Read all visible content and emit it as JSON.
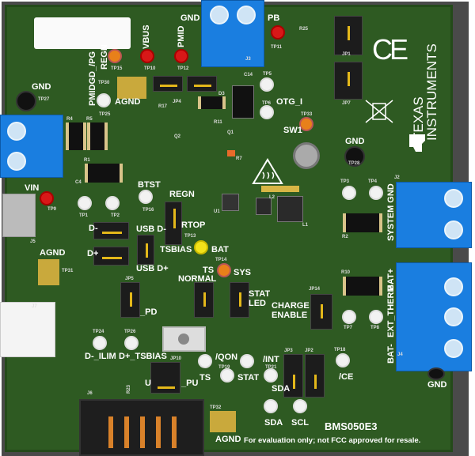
{
  "board": {
    "name": "BMS050E3",
    "disclaimer": "For evaluation only; not FCC approved for resale.",
    "maker": "TEXAS INSTRUMENTS",
    "ce_mark": "CE"
  },
  "labels": {
    "gnd_top": "GND",
    "pb": "PB",
    "tp11": "TP11",
    "r25": "R25",
    "j3": "J3",
    "regn": "REGN",
    "vbus": "VBUS",
    "pmid": "PMID",
    "pmidgd": "PMIDGD_/PG",
    "tp15": "TP15",
    "tp10": "TP10",
    "tp12": "TP12",
    "gnd_left": "GND",
    "tp27": "TP27",
    "tp30": "TP30",
    "agnd_top": "AGND",
    "tp25": "TP25",
    "jp4": "JP4",
    "d3": "D3",
    "r17": "R17",
    "q2": "Q2",
    "r11": "R11",
    "c14": "C14",
    "tp5": "TP5",
    "tp6": "TP6",
    "otg_i": "OTG_I",
    "tp33": "TP33",
    "sw1": "SW1",
    "gnd_mid": "GND",
    "tp28": "TP28",
    "r4": "R4",
    "r5": "R5",
    "r1": "R1",
    "c4": "C4",
    "vin": "VIN",
    "tp9": "TP9",
    "j5": "J5",
    "tp1": "TP1",
    "tp2": "TP2",
    "btst": "BTST",
    "tp16": "TP16",
    "regn2": "REGN",
    "rtop": "RTOP",
    "tsbias": "TSBIAS",
    "tp13": "TP13",
    "bat": "BAT",
    "usb_dm": "USB D-",
    "usb_dp": "USB D+",
    "d_minus": "D-",
    "d_plus": "D+",
    "tp14": "TP14",
    "sys": "SYS",
    "agnd_left": "AGND",
    "tp31": "TP31",
    "j7": "J7",
    "jp5": "JP5",
    "pd": "_PD",
    "ts_normal_1": "TS",
    "ts_normal_2": "NORMAL",
    "stat_led_1": "STAT",
    "stat_led_2": "LED",
    "charge_enable_1": "CHARGE",
    "charge_enable_2": "ENABLE",
    "jp14": "JP14",
    "tp3": "TP3",
    "tp4": "TP4",
    "j2": "J2",
    "system_gnd": "SYSTEM GND",
    "r2": "R2",
    "r10": "R10",
    "bat_plus": "BAT+",
    "ext_therm": "EXT_THERM",
    "bat_minus": "BAT-",
    "tp7": "TP7",
    "tp8": "TP8",
    "j4": "J4",
    "tp24": "TP24",
    "d_ilim": "D-_ILIM",
    "tp26": "TP26",
    "dp_tsbias": "D+_TSBIAS",
    "jp10": "JP10",
    "pu": "_PU",
    "u": "U",
    "r23": "R23",
    "qon": "/QON",
    "ts": "TS",
    "tp19": "TP19",
    "stat": "STAT",
    "int": "/INT",
    "tp21": "TP21",
    "sda1": "SDA",
    "jp3": "JP3",
    "jp2": "JP2",
    "tp18": "TP18",
    "ce": "/CE",
    "sda2": "SDA",
    "scl": "SCL",
    "agnd_bottom": "AGND",
    "tp32": "TP32",
    "j6": "J6",
    "gnd_right": "GND",
    "jp1": "JP1",
    "jp7": "JP7",
    "l1": "L1",
    "l2": "L2",
    "u1": "U1",
    "r7": "R7",
    "q1": "Q1"
  },
  "colors": {
    "board": "#2e5a22",
    "terminal": "#1a7ee0",
    "testpoint_red": "#d81818",
    "testpoint_orange": "#e8801a",
    "testpoint_yellow": "#f2e21a",
    "jumper_shunt": "#e4b81a"
  }
}
